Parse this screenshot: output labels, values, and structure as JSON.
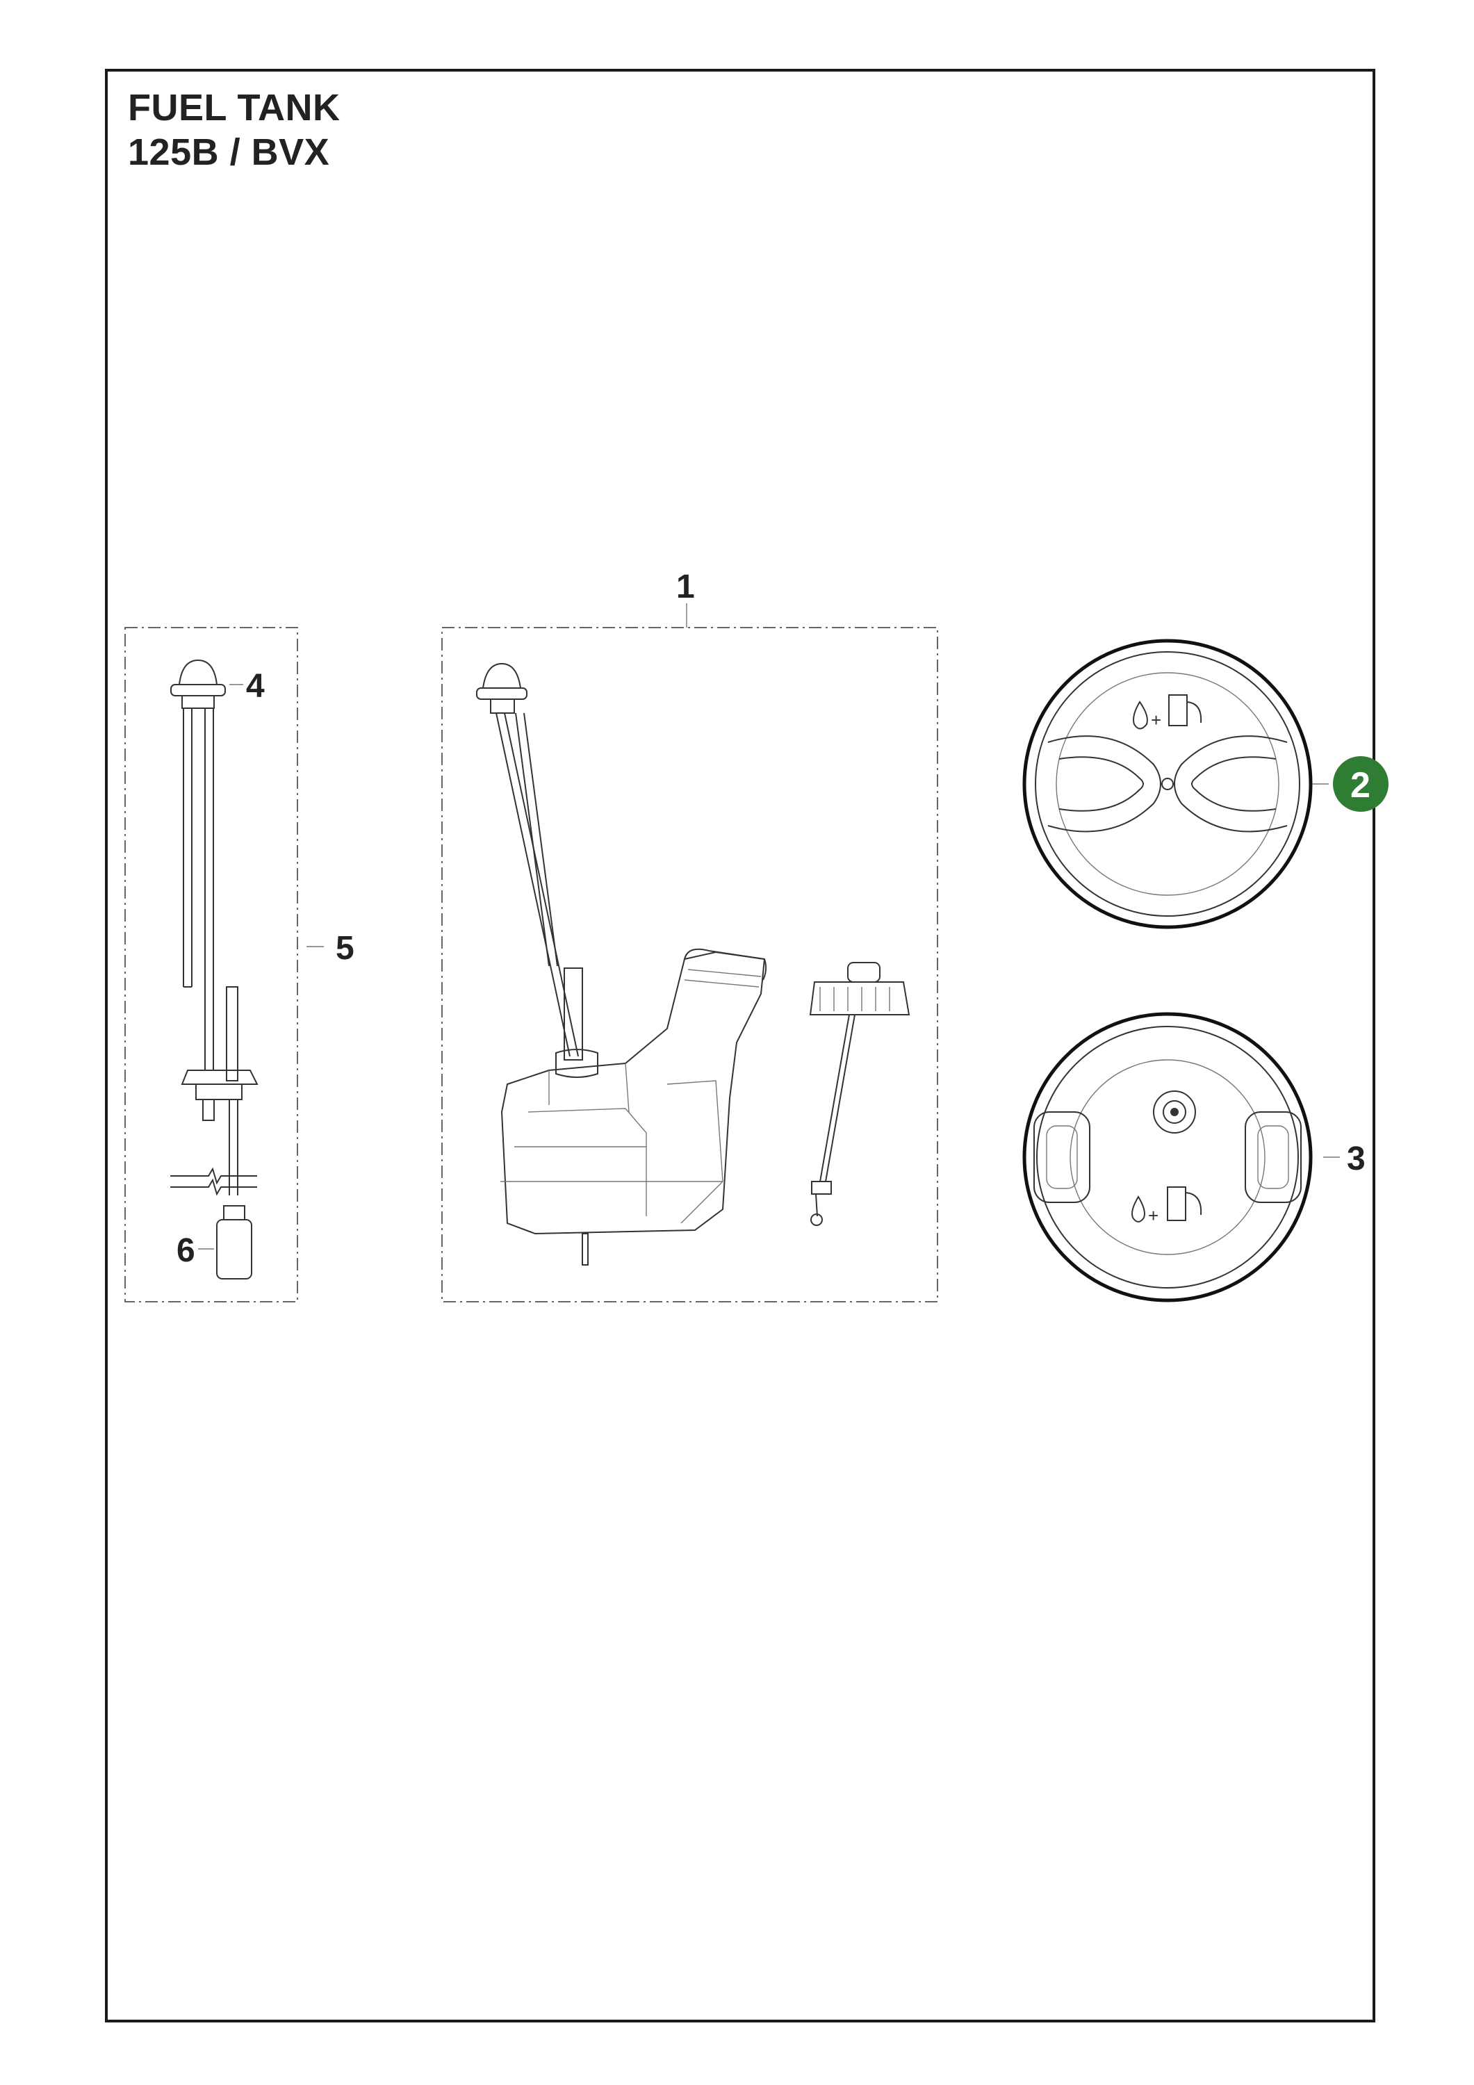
{
  "header": {
    "title_line1": "FUEL TANK",
    "title_line2": "125B / BVX"
  },
  "callouts": {
    "c1": "1",
    "c2": "2",
    "c3": "3",
    "c4": "4",
    "c5": "5",
    "c6": "6"
  },
  "colors": {
    "highlight": "#2e7d32",
    "line": "#333333"
  }
}
